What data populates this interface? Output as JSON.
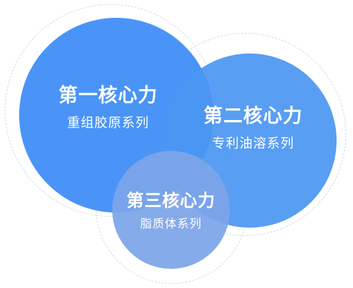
{
  "circles": [
    {
      "title": "第一核心力",
      "subtitle": "重组胶原系列",
      "color": "#4d96f7"
    },
    {
      "title": "第二核心力",
      "subtitle": "专利油溶系列",
      "color": "#5a9ff0"
    },
    {
      "title": "第三核心力",
      "subtitle": "脂质体系列",
      "color": "#7ba6ea"
    }
  ],
  "ring_color": "#cdd9ea"
}
